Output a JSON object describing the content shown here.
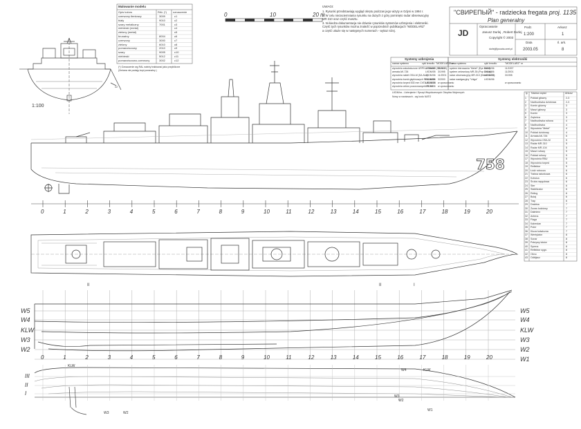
{
  "title_block": {
    "title": "\"СВИРЕПЫЙ\" - radziecka fregata",
    "project": "proj. 1135",
    "subtitle": "Plan generalny",
    "logo": "JD",
    "authors_label": "Opracowanie",
    "authors": "Janusz Durlej , Robert Durlej",
    "copyright": "Copyright",
    "year": "2003",
    "email": "durlej@poczta.onet.pl",
    "scale_label": "Podz.",
    "scale": "1:200",
    "sheet_label": "Arkusz",
    "sheet": "1",
    "date_label": "Data",
    "date": "2003.05",
    "sheets_label": "Il. ark.",
    "sheets": "8"
  },
  "paint_table": {
    "caption": "Malowanie modelu",
    "headers": [
      "Opis koloru",
      "RAL (*)",
      "oznaczenie"
    ],
    "rows": [
      [
        "czerwony tlenkowy",
        "3009",
        "c1"
      ],
      [
        "biały",
        "9010",
        "c2"
      ],
      [
        "szary metaliczny",
        "7001",
        "c3"
      ],
      [
        "niebieski (metal)",
        "",
        "c4"
      ],
      [
        "zielony (metal)",
        "",
        "c5"
      ],
      [
        "brunatny",
        "8004",
        "c6"
      ],
      [
        "czerwony",
        "3000",
        "c7"
      ],
      [
        "zielony",
        "6010",
        "c8"
      ],
      [
        "pomarańczowy",
        "2010",
        "c9"
      ],
      [
        "szary",
        "9005",
        "c10"
      ],
      [
        "niebieski",
        "5012",
        "c11"
      ],
      [
        "pomarańczowo-czerwony",
        "3002",
        "c12"
      ]
    ],
    "footnote_1": "(*) Oznaczenie wg RAL należy traktować jako przybliżone",
    "footnote_2": "(Zmiana nie podaję kopi poranalny )"
  },
  "notes": {
    "heading": "UWAGI:",
    "lines": [
      "1. Rysunki przedstawiają wygląd okrętu podczas jego wizyty w Gdyni w 1994 r.",
      "2. W celu niezaciemniania rysunku na duzych z góry pominięto radar obserwacyjny",
      "   MR 310 oraz część masztu.",
      "3. Ni-kiedza dokumentacja nie dziwnie rysunków systemów uzbrojenia i elektroniki.",
      "   Część tych rysunków można znaleźć w poprzednich publikacjach \"MODELARZ\"",
      "   a część ukaże się w następnych numerach - wykaz niżej."
    ]
  },
  "scale_bar": {
    "labels": [
      "0",
      "10",
      "20 m"
    ]
  },
  "scale_text": "1:100",
  "hull_number": "758",
  "weapons_tables": {
    "left_title": "Systemy uzbrojenia",
    "right_title": "Systemy elektroniki",
    "headers": [
      "nazwa systemu",
      "cykl lemofio",
      "\"MODELARZ\" nr"
    ],
    "left_rows": [
      [
        "wyrzutnia zakotwiczone URPK-4 \"Metel\" (SS-N-14)",
        "LKDM/06",
        "3/1997"
      ],
      [
        "armata AK-726",
        "LKDM/05",
        "3/1995"
      ],
      [
        "wyrzutnia rakiet OSA-M (SA-N-4)",
        "LKDM/06",
        "11/2001"
      ],
      [
        "wyrzutnia bomb głębinowych RBU-6000",
        "LKDM/06",
        "3/2000"
      ],
      [
        "wyrzutnia torped 533 mm ChTA-53-1135",
        "LKDM/06",
        "w opracowaniu"
      ],
      [
        "wyrzutnia celów pozorowanych PK-16",
        "LKDM/06",
        "w opracowaniu"
      ]
    ],
    "right_rows": [
      [
        "system kierowania \"Metel\" (Eye Bowl)",
        "LKDM/06",
        "11/1997"
      ],
      [
        "system celowniczy MR-35 (Pop Group)",
        "LKDM/06",
        "11/2001"
      ],
      [
        "radar obserwacyjny MR-310 (Head Net C)",
        "LKDM/06",
        "3/1995"
      ],
      [
        "radar nawigacyjny \"Volga\"",
        "LKDM/06",
        ""
      ],
      [
        "",
        "",
        "w opracowaniu"
      ]
    ],
    "legend_note": "LKDM/xx - Uzbrojenie i Sprzęt Współczesnych Okrętów Wojennych",
    "legend_note2": "Nowy w nawiasach - wg kodu NATO"
  },
  "parts_list": {
    "headers": [
      "lp",
      "Nazwa części",
      "Arkusz"
    ],
    "rows": [
      [
        "1",
        "Pokład główny",
        "2-3"
      ],
      [
        "2",
        "Nadbudówka dziobowa",
        "2-3"
      ],
      [
        "3",
        "Komin główny",
        "3"
      ],
      [
        "4",
        "Maszt główny",
        "3"
      ],
      [
        "5",
        "Komin",
        "3"
      ],
      [
        "6",
        "Zrębnica",
        "3"
      ],
      [
        "7",
        "Nadbudówka rufowa",
        "4"
      ],
      [
        "8",
        "Nadbudówka",
        "4"
      ],
      [
        "9",
        "Wyrzutnia \"Metel\"",
        "4"
      ],
      [
        "10",
        "Pokład dziobowy",
        "4"
      ],
      [
        "11",
        "Armata AK-726",
        "5"
      ],
      [
        "12",
        "Wyrzutnia OSA-M",
        "5"
      ],
      [
        "13",
        "Radar MR-310",
        "5"
      ],
      [
        "14",
        "Radar MR-104",
        "5"
      ],
      [
        "15",
        "Maszt rufowy",
        "5"
      ],
      [
        "16",
        "Pokład rufowy",
        "5"
      ],
      [
        "17",
        "Wyrzutnia RBU",
        "5"
      ],
      [
        "18",
        "Wyrzutnia torped",
        "5"
      ],
      [
        "19",
        "Reflektor",
        "5"
      ],
      [
        "20",
        "Łódź robocza",
        "6"
      ],
      [
        "21",
        "Tratwa ratunkowa",
        "6"
      ],
      [
        "22",
        "Kotwica",
        "6"
      ],
      [
        "23",
        "Śruba napędowa",
        "6"
      ],
      [
        "24",
        "Ster",
        "6"
      ],
      [
        "25",
        "Stabilizator",
        "6"
      ],
      [
        "26",
        "Reling",
        "6"
      ],
      [
        "27",
        "Bulaj",
        "6"
      ],
      [
        "28",
        "Trap",
        "6"
      ],
      [
        "29",
        "Drabina",
        "7"
      ],
      [
        "30",
        "Żuraw łodziowy",
        "7"
      ],
      [
        "31",
        "Dalmierz",
        "7"
      ],
      [
        "32",
        "Antena",
        "7"
      ],
      [
        "33",
        "Flaga",
        "7"
      ],
      [
        "34",
        "Kabestan",
        "7"
      ],
      [
        "35",
        "Poler",
        "7"
      ],
      [
        "36",
        "Kluza kotwiczna",
        "7"
      ],
      [
        "37",
        "Wentylator",
        "8"
      ],
      [
        "38",
        "Sonar",
        "8"
      ],
      [
        "39",
        "Pokrywy luków",
        "8"
      ],
      [
        "40",
        "Syrena",
        "8"
      ],
      [
        "41",
        "Reflektor sygn.",
        "8"
      ],
      [
        "42",
        "Okno",
        "8"
      ],
      [
        "43",
        "Odbijacz",
        "8"
      ]
    ]
  },
  "station_numbers": [
    "0",
    "1",
    "2",
    "3",
    "4",
    "5",
    "6",
    "7",
    "8",
    "9",
    "10",
    "11",
    "12",
    "13",
    "14",
    "15",
    "16",
    "17",
    "18",
    "19",
    "20"
  ],
  "station_numbers_lower": [
    "0",
    "1",
    "2",
    "3",
    "4",
    "5",
    "6",
    "7",
    "8",
    "9",
    "10",
    "11",
    "12",
    "13",
    "14",
    "15",
    "16",
    "17",
    "18",
    "19",
    "20"
  ],
  "waterlines_left": [
    "W5",
    "W4",
    "KLW",
    "W3",
    "W2"
  ],
  "waterlines_right": [
    "W5",
    "W4",
    "KLW",
    "W3",
    "W2",
    "W1"
  ],
  "buttock_lines": [
    "III",
    "II",
    "I"
  ],
  "buttock_top_labels": [
    "II",
    "II",
    "I"
  ],
  "plan_labels": [
    "KLW",
    "W4",
    "KLW",
    "W3",
    "W2",
    "W1",
    "W3",
    "W2"
  ]
}
